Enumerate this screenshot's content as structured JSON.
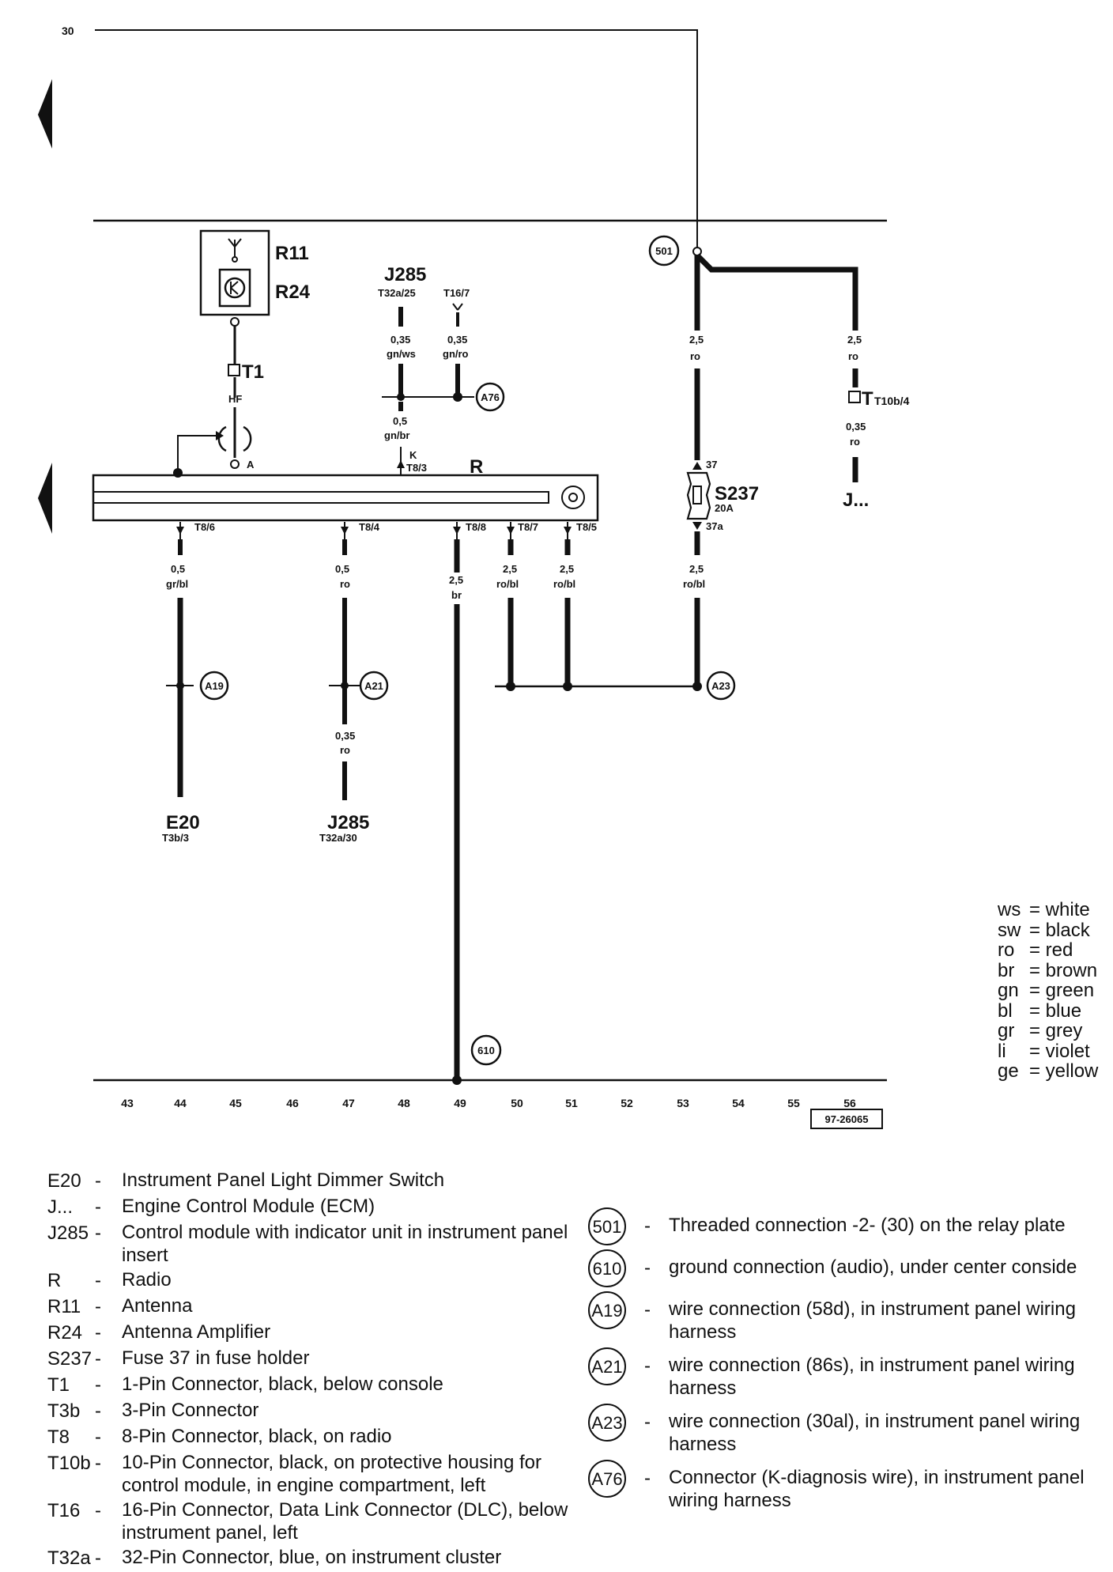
{
  "diagram": {
    "left_arrow_top": "",
    "term30": "30",
    "components": {
      "R11": "R11",
      "R24": "R24",
      "T1": "T1",
      "HF": "HF",
      "A": "A",
      "J285_top": "J285",
      "J285_top_pin": "T32a/25",
      "T16": "T16/7",
      "R": "R",
      "K": "K",
      "T8_3": "T8/3",
      "S237": "S237",
      "S237_amp": "20A",
      "pin37": "37",
      "pin37a": "37a",
      "T10b": "T10b/4",
      "Jdots": "J...",
      "E20": "E20",
      "E20_pin": "T3b/3",
      "J285_bot": "J285",
      "J285_bot_pin": "T32a/30",
      "code": "97-26065"
    },
    "pins": [
      "T8/6",
      "T8/4",
      "T8/8",
      "T8/7",
      "T8/5"
    ],
    "wires": {
      "w1": [
        "0,35",
        "gn/ws"
      ],
      "w2": [
        "0,35",
        "gn/ro"
      ],
      "w3": [
        "0,5",
        "gn/br"
      ],
      "w4": [
        "2,5",
        "ro"
      ],
      "w5": [
        "2,5",
        "ro"
      ],
      "w6": [
        "0,35",
        "ro"
      ],
      "w7": [
        "0,5",
        "gr/bl"
      ],
      "w8": [
        "0,5",
        "ro"
      ],
      "w9": [
        "2,5",
        "br"
      ],
      "w10": [
        "2,5",
        "ro/bl"
      ],
      "w11": [
        "2,5",
        "ro/bl"
      ],
      "w12": [
        "2,5",
        "ro/bl"
      ],
      "w13": [
        "0,35",
        "ro"
      ]
    },
    "connections": [
      "501",
      "A76",
      "A19",
      "A21",
      "A23",
      "610"
    ],
    "tracks": [
      "43",
      "44",
      "45",
      "46",
      "47",
      "48",
      "49",
      "50",
      "51",
      "52",
      "53",
      "54",
      "55",
      "56"
    ]
  },
  "wire_colors": [
    {
      "code": "ws",
      "name": "= white"
    },
    {
      "code": "sw",
      "name": "= black"
    },
    {
      "code": "ro",
      "name": "= red"
    },
    {
      "code": "br",
      "name": "= brown"
    },
    {
      "code": "gn",
      "name": "= green"
    },
    {
      "code": "bl",
      "name": "= blue"
    },
    {
      "code": "gr",
      "name": "= grey"
    },
    {
      "code": "li",
      "name": "= violet"
    },
    {
      "code": "ge",
      "name": "= yellow"
    }
  ],
  "legend_components": [
    {
      "code": "E20",
      "dash": "-",
      "desc": "Instrument Panel Light Dimmer Switch"
    },
    {
      "code": "J...",
      "dash": "-",
      "desc": "Engine Control Module (ECM)"
    },
    {
      "code": "J285",
      "dash": "-",
      "desc": "Control module with indicator unit in instrument panel insert"
    },
    {
      "code": "R",
      "dash": "-",
      "desc": "Radio"
    },
    {
      "code": "R11",
      "dash": "-",
      "desc": "Antenna"
    },
    {
      "code": "R24",
      "dash": "-",
      "desc": "Antenna Amplifier"
    },
    {
      "code": "S237",
      "dash": "-",
      "desc": "Fuse 37 in fuse holder"
    },
    {
      "code": "T1",
      "dash": "-",
      "desc": "1-Pin Connector, black, below console"
    },
    {
      "code": "T3b",
      "dash": "-",
      "desc": "3-Pin Connector"
    },
    {
      "code": "T8",
      "dash": "-",
      "desc": "8-Pin Connector, black, on radio"
    },
    {
      "code": "T10b",
      "dash": "-",
      "desc": "10-Pin Connector, black, on protective housing for control module, in engine compartment, left"
    },
    {
      "code": "T16",
      "dash": "-",
      "desc": "16-Pin Connector, Data Link Connector (DLC), below instrument panel, left"
    },
    {
      "code": "T32a",
      "dash": "-",
      "desc": "32-Pin Connector, blue, on instrument cluster"
    }
  ],
  "legend_connections": [
    {
      "id": "501",
      "dash": "-",
      "desc": "Threaded connection -2- (30) on the relay plate"
    },
    {
      "id": "610",
      "dash": "-",
      "desc": "ground connection (audio), under center conside"
    },
    {
      "id": "A19",
      "dash": "-",
      "desc": "wire connection (58d), in instrument panel wiring harness"
    },
    {
      "id": "A21",
      "dash": "-",
      "desc": "wire connection (86s), in instrument panel wiring harness"
    },
    {
      "id": "A23",
      "dash": "-",
      "desc": "wire connection (30al), in instrument panel wiring harness"
    },
    {
      "id": "A76",
      "dash": "-",
      "desc": "Connector (K-diagnosis wire), in instrument panel wiring harness"
    }
  ]
}
